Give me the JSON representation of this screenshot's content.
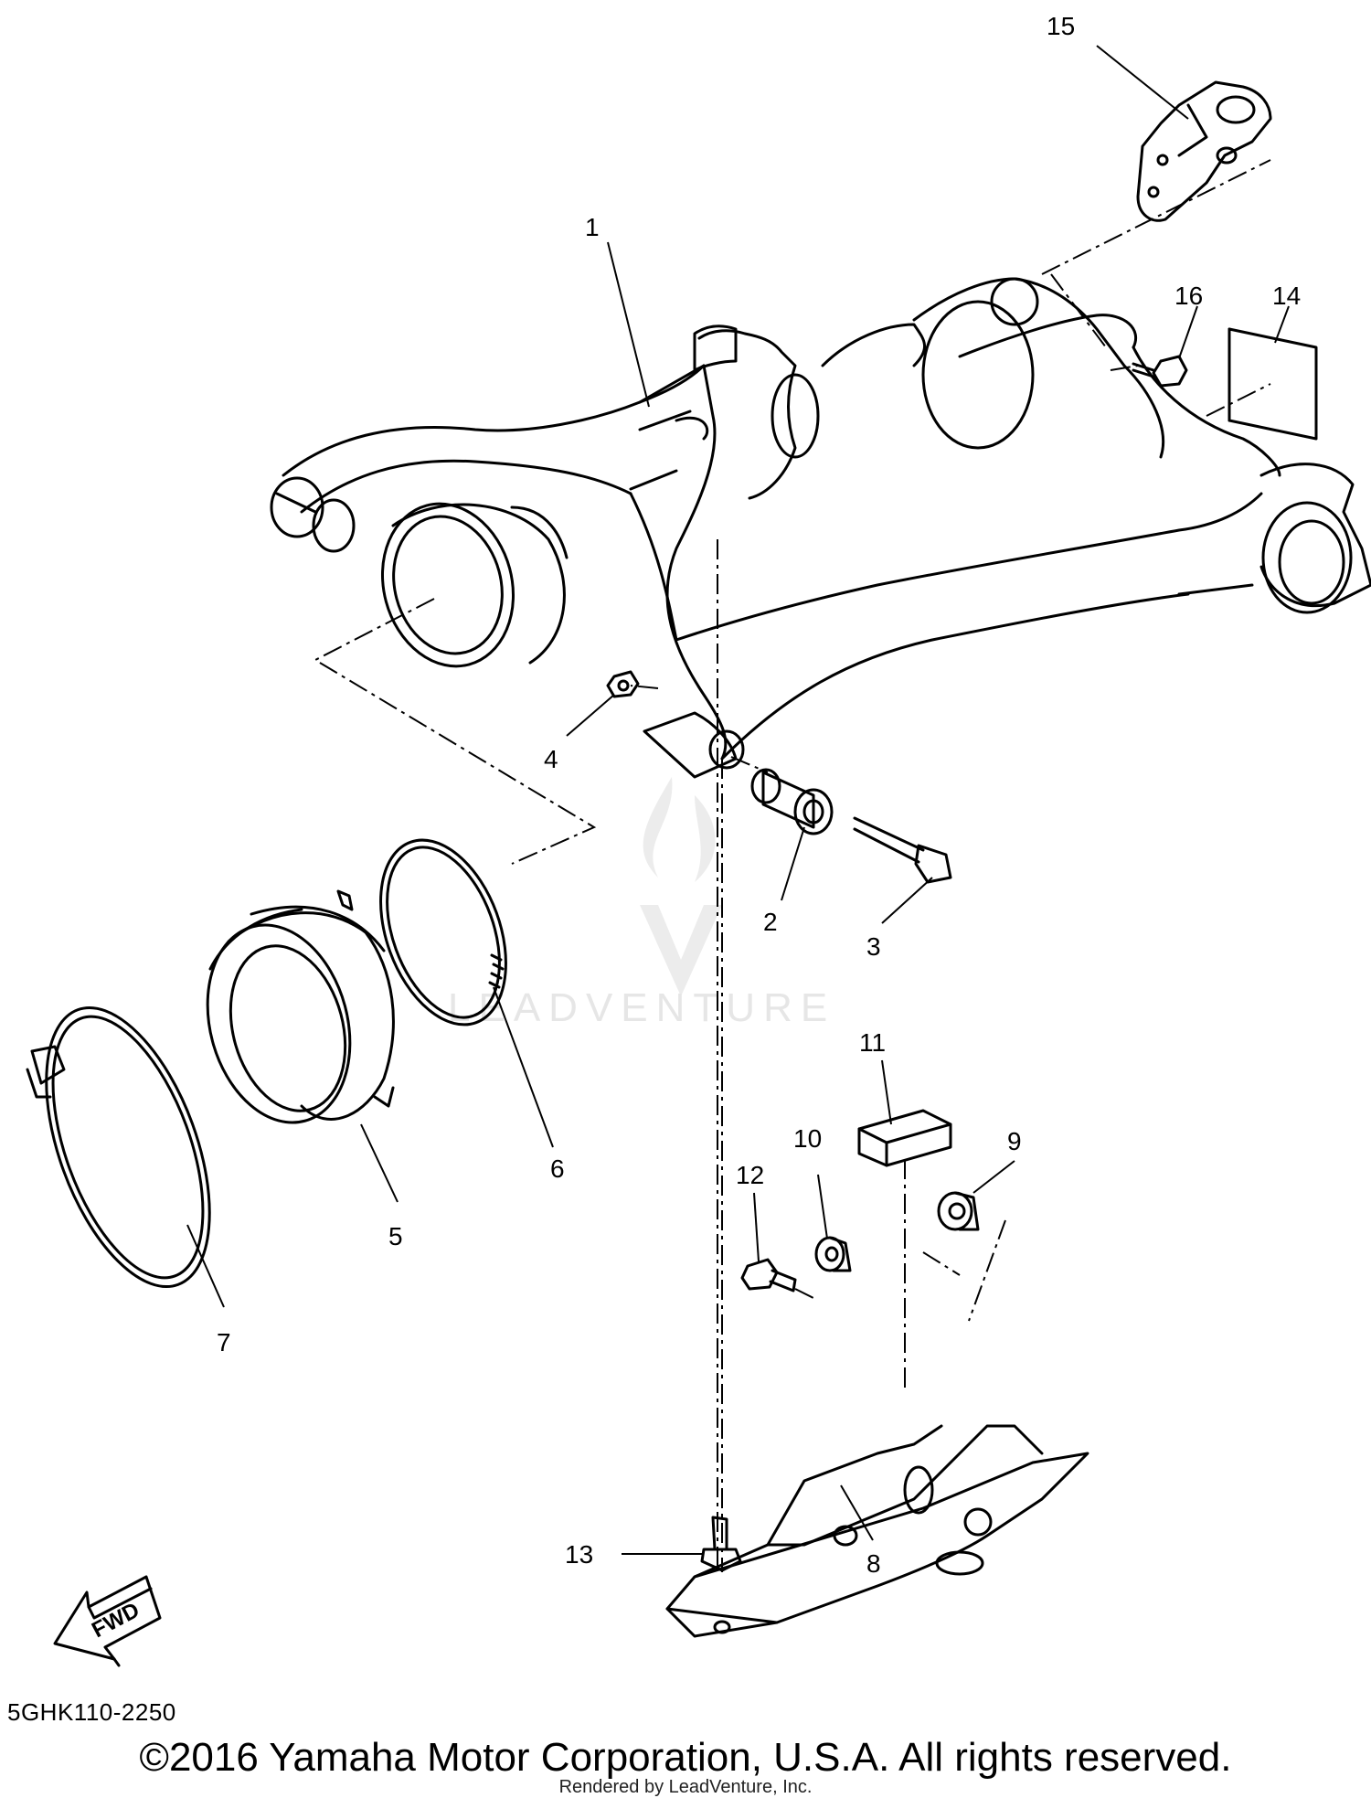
{
  "callouts": [
    {
      "n": "1"
    },
    {
      "n": "2"
    },
    {
      "n": "3"
    },
    {
      "n": "4"
    },
    {
      "n": "5"
    },
    {
      "n": "6"
    },
    {
      "n": "7"
    },
    {
      "n": "8"
    },
    {
      "n": "9"
    },
    {
      "n": "10"
    },
    {
      "n": "11"
    },
    {
      "n": "12"
    },
    {
      "n": "13"
    },
    {
      "n": "14"
    },
    {
      "n": "15"
    },
    {
      "n": "16"
    }
  ],
  "fwd_label": "FWD",
  "watermark": "LEADVENTURE",
  "diagram_code": "5GHK110-2250",
  "copyright": "©2016 Yamaha Motor Corporation, U.S.A. All rights reserved.",
  "rendered_by": "Rendered by LeadVenture, Inc."
}
